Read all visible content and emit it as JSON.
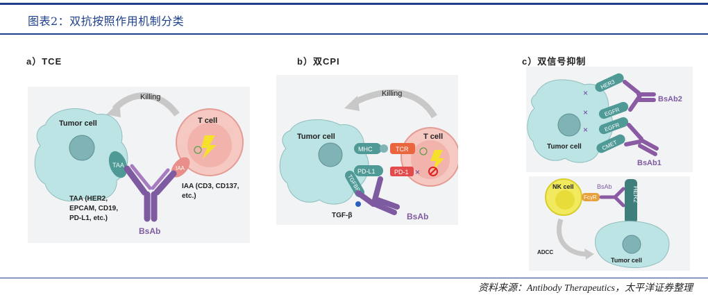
{
  "header": {
    "title": "图表2：双抗按照作用机制分类"
  },
  "panels": {
    "a": {
      "label": "a）TCE",
      "killing": "Killing",
      "tumor_cell": "Tumor cell",
      "t_cell": "T cell",
      "taa": "TAA",
      "iaa": "IAA",
      "taa_desc": [
        "TAA (HER2,",
        "EPCAM, CD19,",
        "PD-L1, etc.)"
      ],
      "iaa_desc": [
        "IAA (CD3, CD137,",
        "etc.)"
      ],
      "bsab": "BsAb"
    },
    "b": {
      "label": "b）双CPI",
      "killing": "Killing",
      "tumor_cell": "Tumor cell",
      "t_cell": "T cell",
      "mhc": "MHC",
      "tcr": "TCR",
      "pdl1": "PD-L1",
      "pd1": "PD-1",
      "tgfbr": "TGFBR",
      "tgfb": "TGF-β",
      "bsab": "BsAb"
    },
    "c": {
      "label": "c）双信号抑制",
      "her3": "HER3",
      "egfr1": "EGFR",
      "egfr2": "EGFR",
      "cmet": "CMET",
      "tumor_cell": "Tumor cell",
      "bsab1": "BsAb1",
      "bsab2": "BsAb2",
      "nk_cell": "NK cell",
      "bsab": "BsAb",
      "fcgr": "FcγR",
      "her2": "HER2",
      "adcc": "ADCC",
      "tumor_cell2": "Tumor cell"
    }
  },
  "footer": {
    "source": "资料来源：Antibody Therapeutics，太平洋证券整理"
  },
  "colors": {
    "brand": "#1d3f8c",
    "tumor": "#b8e2e3",
    "receptor": "#4f9a96",
    "antibody": "#8a5aa3",
    "tcell": "#f2b3ac",
    "nk": "#f2ea5e",
    "pd1": "#e24c4c"
  }
}
